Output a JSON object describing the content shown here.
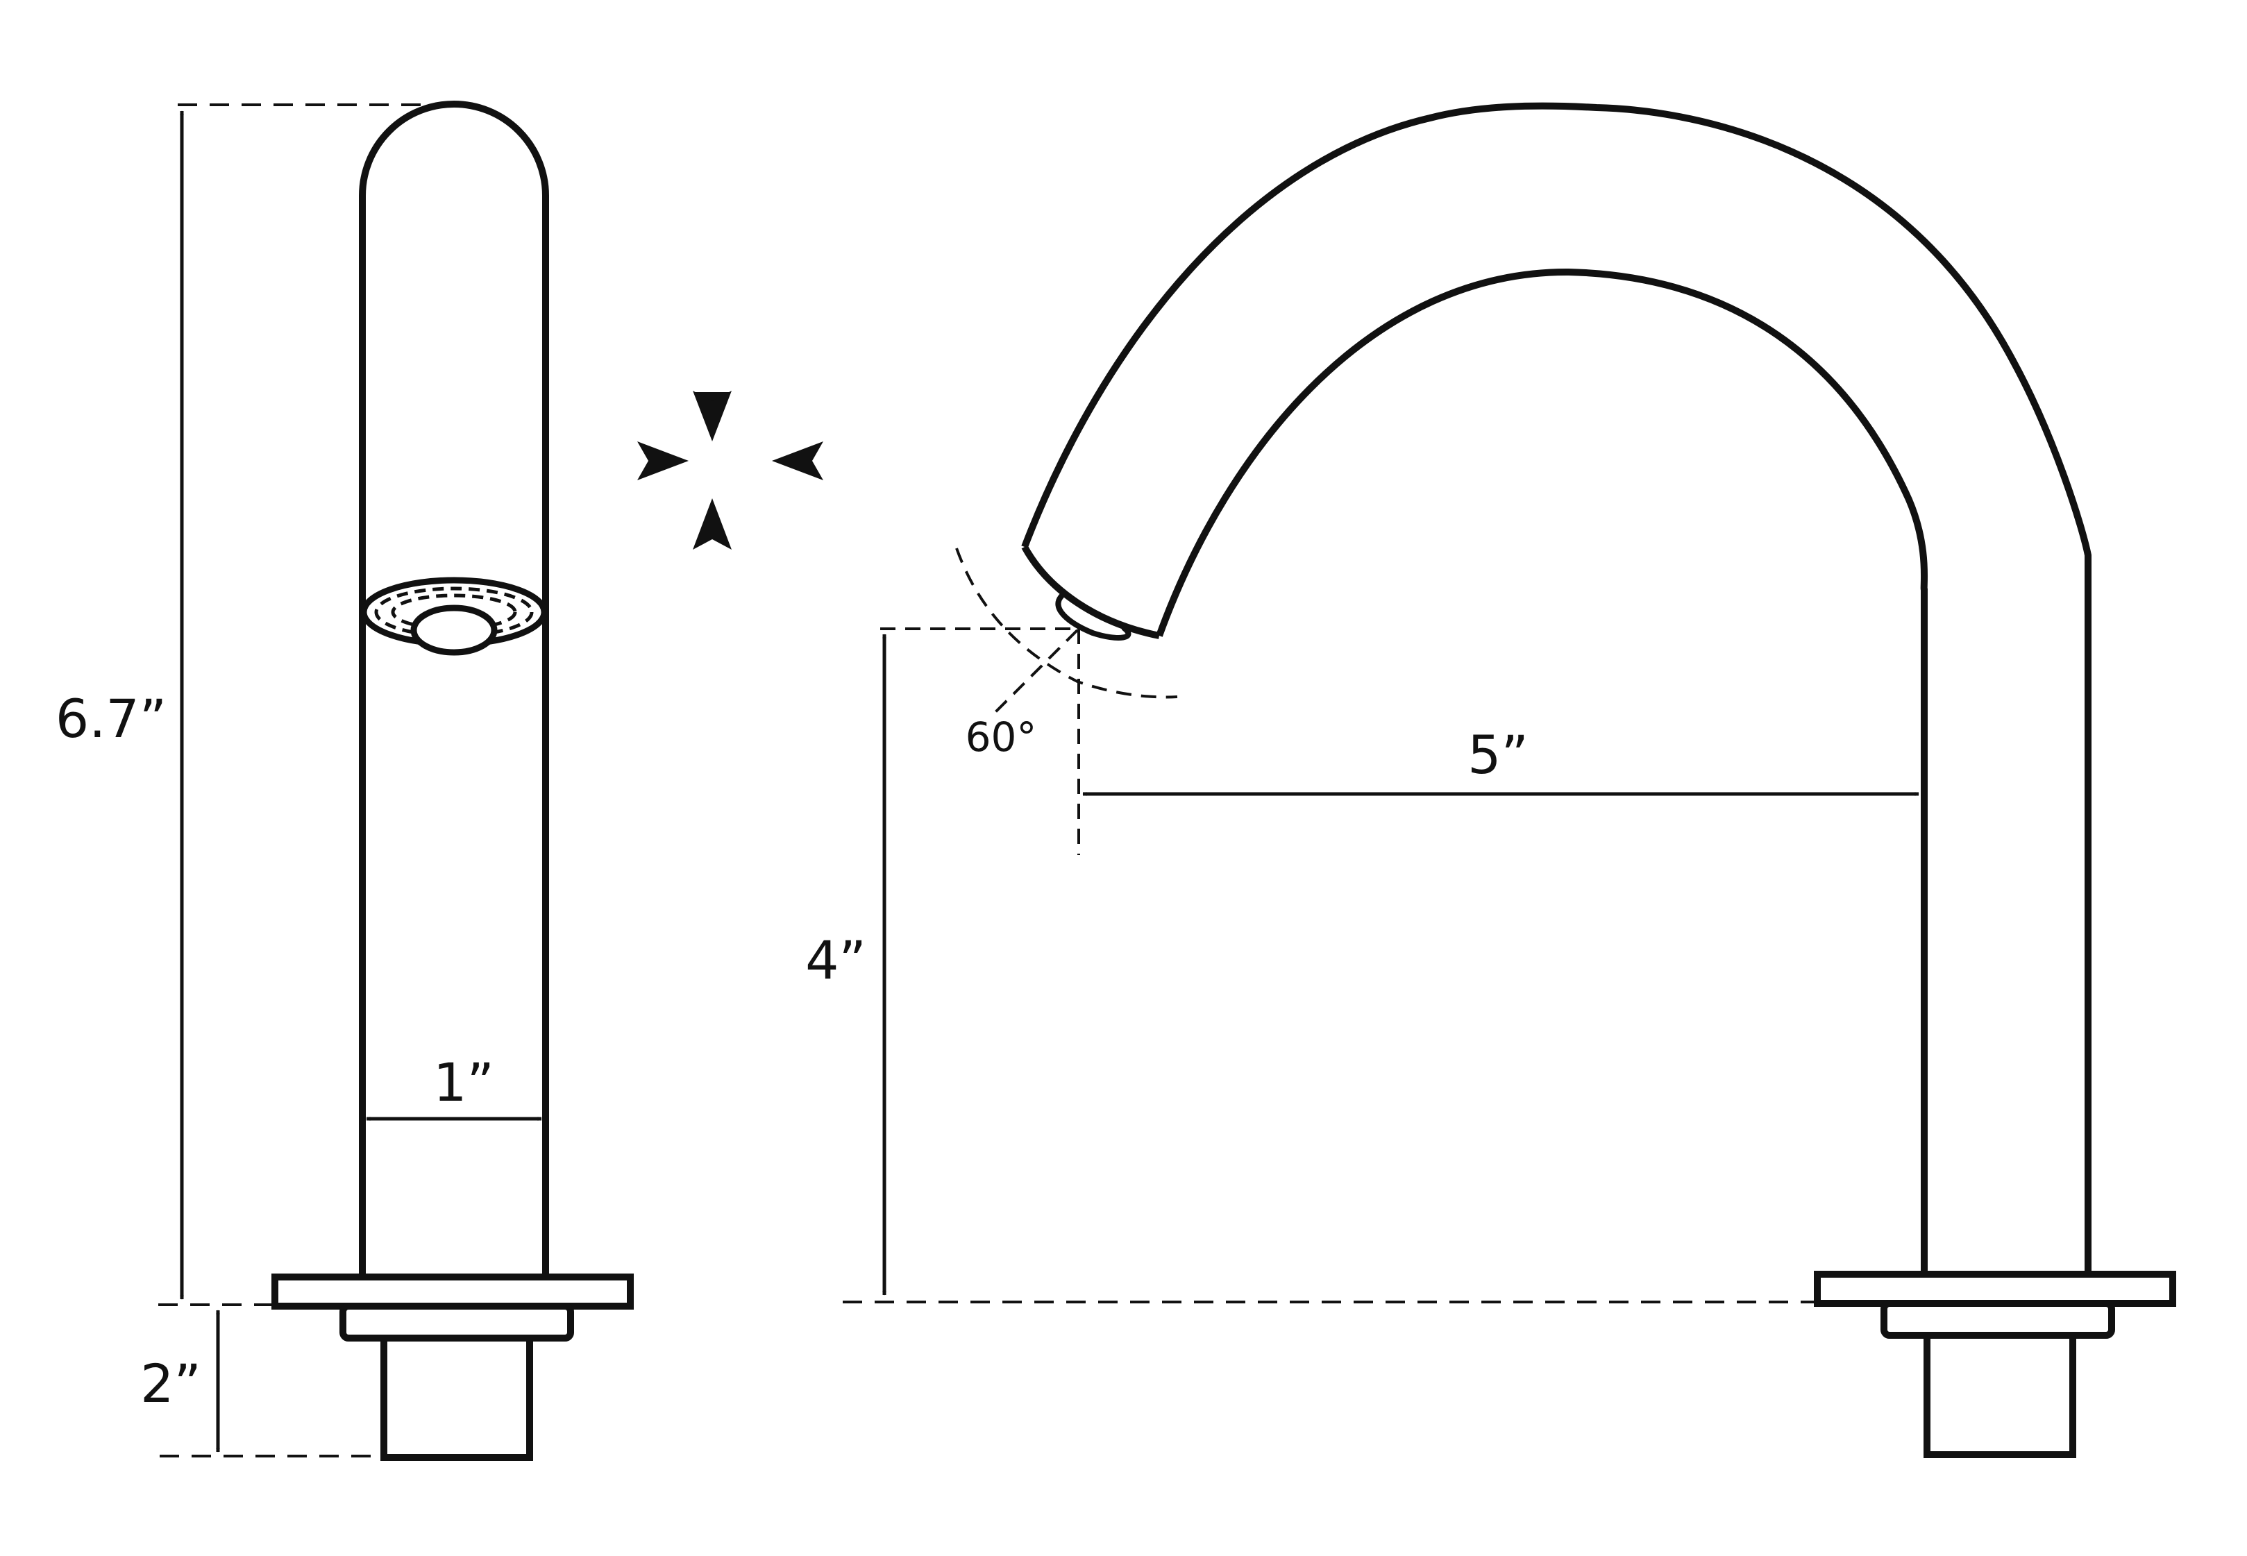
{
  "dimensions": {
    "front_height": "6.7”",
    "front_width": "1”",
    "base_height": "2”",
    "spout_height": "4”",
    "spout_reach": "5”",
    "spray_angle": "60°"
  },
  "colors": {
    "line": "#111111",
    "background": "#ffffff"
  },
  "icons": {
    "sensor_symbol": "four-arrows-converging-icon"
  }
}
